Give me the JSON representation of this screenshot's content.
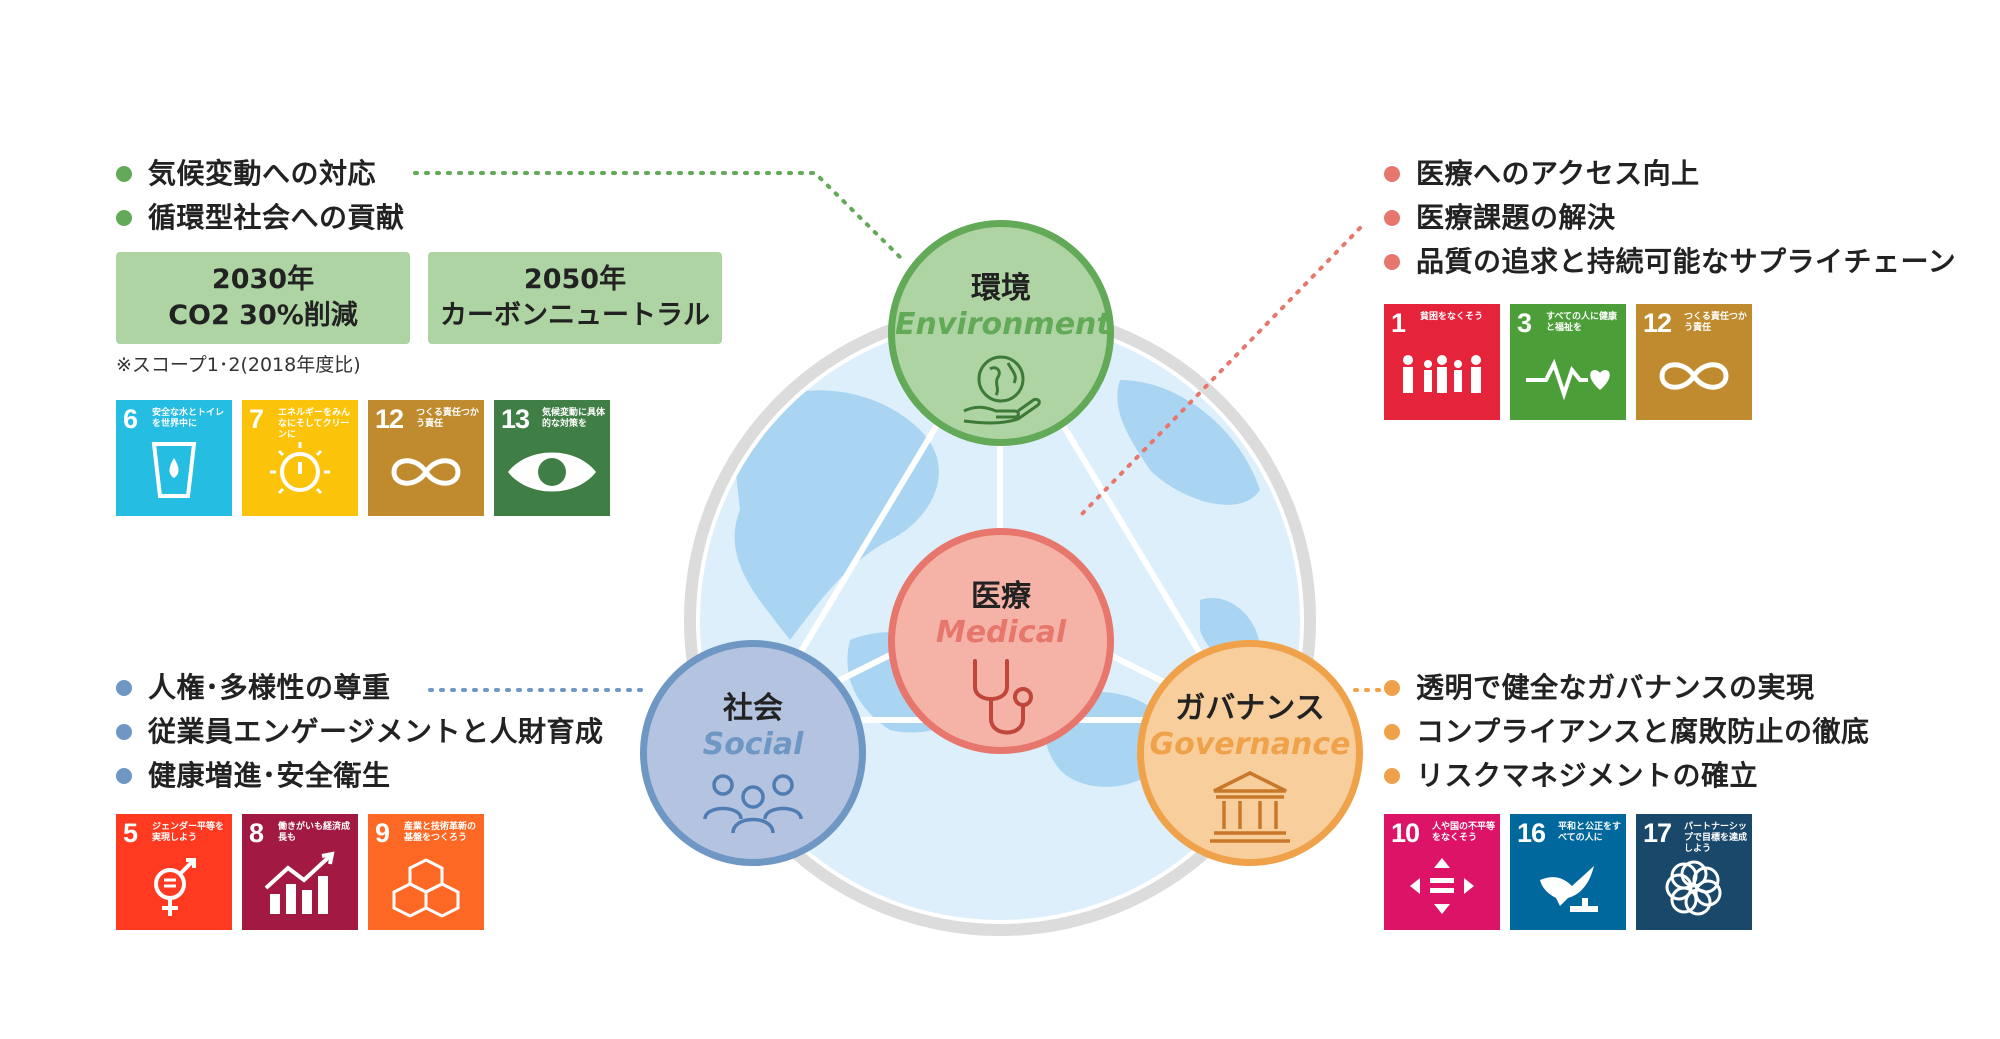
{
  "pillars": {
    "environment": {
      "jp": "環境",
      "en": "Environment"
    },
    "medical": {
      "jp": "医療",
      "en": "Medical"
    },
    "social": {
      "jp": "社会",
      "en": "Social"
    },
    "governance": {
      "jp": "ガバナンス",
      "en": "Governance"
    }
  },
  "environment": {
    "bullets": [
      "気候変動への対応",
      "循環型社会への貢献"
    ],
    "targets": [
      {
        "line1": "2030年",
        "line2": "CO2 30%削減"
      },
      {
        "line1": "2050年",
        "line2": "カーボンニュートラル"
      }
    ],
    "note": "※スコープ1･2(2018年度比)",
    "sdgs": [
      {
        "num": "6",
        "title": "安全な水とトイレを世界中に",
        "color": "#26bde2",
        "icon": "water-icon"
      },
      {
        "num": "7",
        "title": "エネルギーをみんなにそしてクリーンに",
        "color": "#fcc30b",
        "icon": "sun-power-icon"
      },
      {
        "num": "12",
        "title": "つくる責任つかう責任",
        "color": "#bf8b2e",
        "icon": "infinity-icon"
      },
      {
        "num": "13",
        "title": "気候変動に具体的な対策を",
        "color": "#3f7e44",
        "icon": "eye-globe-icon"
      }
    ]
  },
  "medical": {
    "bullets": [
      "医療へのアクセス向上",
      "医療課題の解決",
      "品質の追求と持続可能なサプライチェーン"
    ],
    "sdgs": [
      {
        "num": "1",
        "title": "貧困をなくそう",
        "color": "#e5243b",
        "icon": "family-icon"
      },
      {
        "num": "3",
        "title": "すべての人に健康と福祉を",
        "color": "#4c9f38",
        "icon": "heartbeat-icon"
      },
      {
        "num": "12",
        "title": "つくる責任つかう責任",
        "color": "#bf8b2e",
        "icon": "infinity-icon"
      }
    ]
  },
  "social": {
    "bullets": [
      "人権･多様性の尊重",
      "従業員エンゲージメントと人財育成",
      "健康増進･安全衛生"
    ],
    "sdgs": [
      {
        "num": "5",
        "title": "ジェンダー平等を実現しよう",
        "color": "#ff3a21",
        "icon": "gender-icon"
      },
      {
        "num": "8",
        "title": "働きがいも経済成長も",
        "color": "#a21942",
        "icon": "growth-chart-icon"
      },
      {
        "num": "9",
        "title": "産業と技術革新の基盤をつくろう",
        "color": "#fd6925",
        "icon": "cubes-icon"
      }
    ]
  },
  "governance": {
    "bullets": [
      "透明で健全なガバナンスの実現",
      "コンプライアンスと腐敗防止の徹底",
      "リスクマネジメントの確立"
    ],
    "sdgs": [
      {
        "num": "10",
        "title": "人や国の不平等をなくそう",
        "color": "#dd1367",
        "icon": "equality-icon"
      },
      {
        "num": "16",
        "title": "平和と公正をすべての人に",
        "color": "#00689d",
        "icon": "dove-icon"
      },
      {
        "num": "17",
        "title": "パートナーシップで目標を達成しよう",
        "color": "#19486a",
        "icon": "rings-icon"
      }
    ]
  },
  "colors": {
    "environment": "#62a958",
    "medical": "#e7776c",
    "social": "#6f97c4",
    "governance": "#f0a24a"
  }
}
